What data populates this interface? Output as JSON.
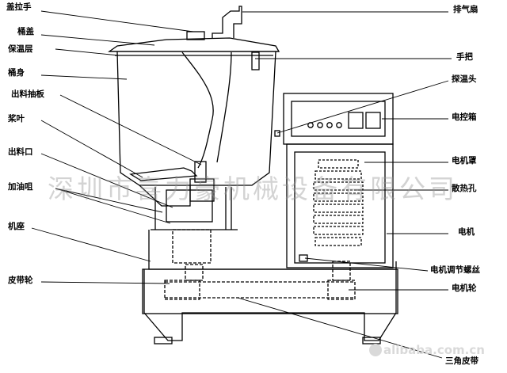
{
  "labels": {
    "left": [
      "盖拉手",
      "桶盖",
      "保温层",
      "桶身",
      "出料抽板",
      "桨叶",
      "出料口",
      "加油咀",
      "机座",
      "皮带轮"
    ],
    "right": [
      "排气扇",
      "手把",
      "探温头",
      "电控箱",
      "电机罩",
      "散热孔",
      "电机",
      "电机调节螺丝",
      "电机轮",
      "三角皮带"
    ]
  },
  "watermark": "深圳市喜力豪机械设备有限公司",
  "logo_text": "alibaba.com.cn",
  "colors": {
    "line": "#000000",
    "watermark": "#999999",
    "logo": "#d9d9d9"
  }
}
